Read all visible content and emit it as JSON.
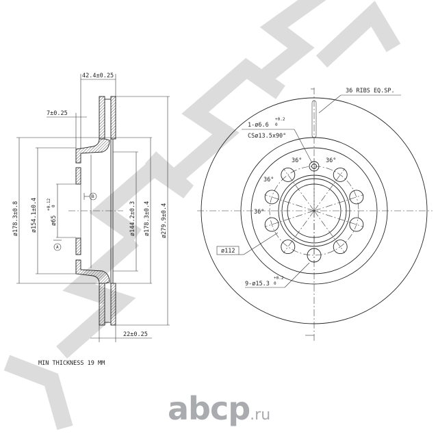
{
  "watermark": {
    "text": "ZENMEK",
    "color": "#dcdcdc"
  },
  "side_view": {
    "overall_width": "42.4±0.25",
    "hat_thickness": "7±0.25",
    "hat_outer_dia": "ø178.3±0.8",
    "hat_inner_dia": "ø154.1±0.4",
    "center_bore": "ø65",
    "center_bore_tol_upper": "+0.12",
    "center_bore_tol_lower": "0",
    "inner_dia": "ø144.2±0.3",
    "hat_dia_2": "ø178.3±0.4",
    "outer_dia": "ø279.9±0.4",
    "disc_thickness": "22±0.25",
    "datum_a": "A",
    "datum_b": "B"
  },
  "front_view": {
    "ribs": "36 RIBS EQ.SP.",
    "small_hole": "1-ø6.6",
    "small_hole_tol_upper": "+0.2",
    "small_hole_tol_lower": "0",
    "countersink": "CSø13.5x90°",
    "angle_labels": [
      "36°",
      "36°",
      "36°",
      "36°"
    ],
    "bolt_circle": "ø112",
    "bolt_holes": "9-ø15.3",
    "bolt_holes_tol_upper": "+0.2",
    "bolt_holes_tol_lower": "0"
  },
  "note": "MIN THICKNESS 19 MM",
  "logo": {
    "main": "abcp",
    "tld": ".ru",
    "color": "#a9abae"
  }
}
